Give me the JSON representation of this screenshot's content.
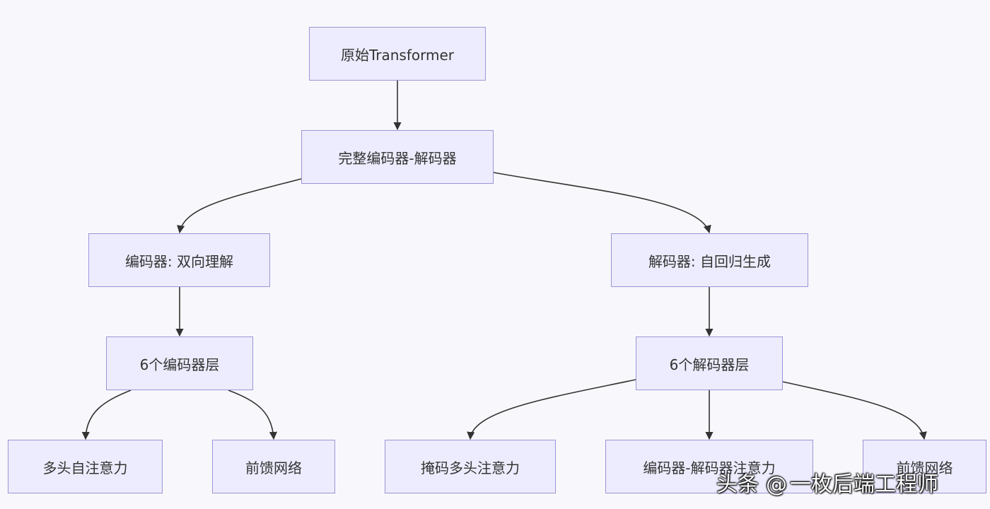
{
  "nodes": {
    "root": "原始Transformer",
    "full": "完整编码器-解码器",
    "encoder": "编码器: 双向理解",
    "decoder": "解码器: 自回归生成",
    "enc_layers": "6个编码器层",
    "dec_layers": "6个解码器层",
    "enc_mha": "多头自注意力",
    "enc_ffn": "前馈网络",
    "dec_masked": "掩码多头注意力",
    "dec_cross": "编码器-解码器注意力",
    "dec_ffn": "前馈网络"
  },
  "watermark": {
    "platform": "头条",
    "at": "@",
    "author": "一枚后端工程师"
  },
  "colors": {
    "node_fill": "#ececfe",
    "node_border": "#9d93d6",
    "edge": "#333333",
    "background": "#f8f8fc"
  }
}
